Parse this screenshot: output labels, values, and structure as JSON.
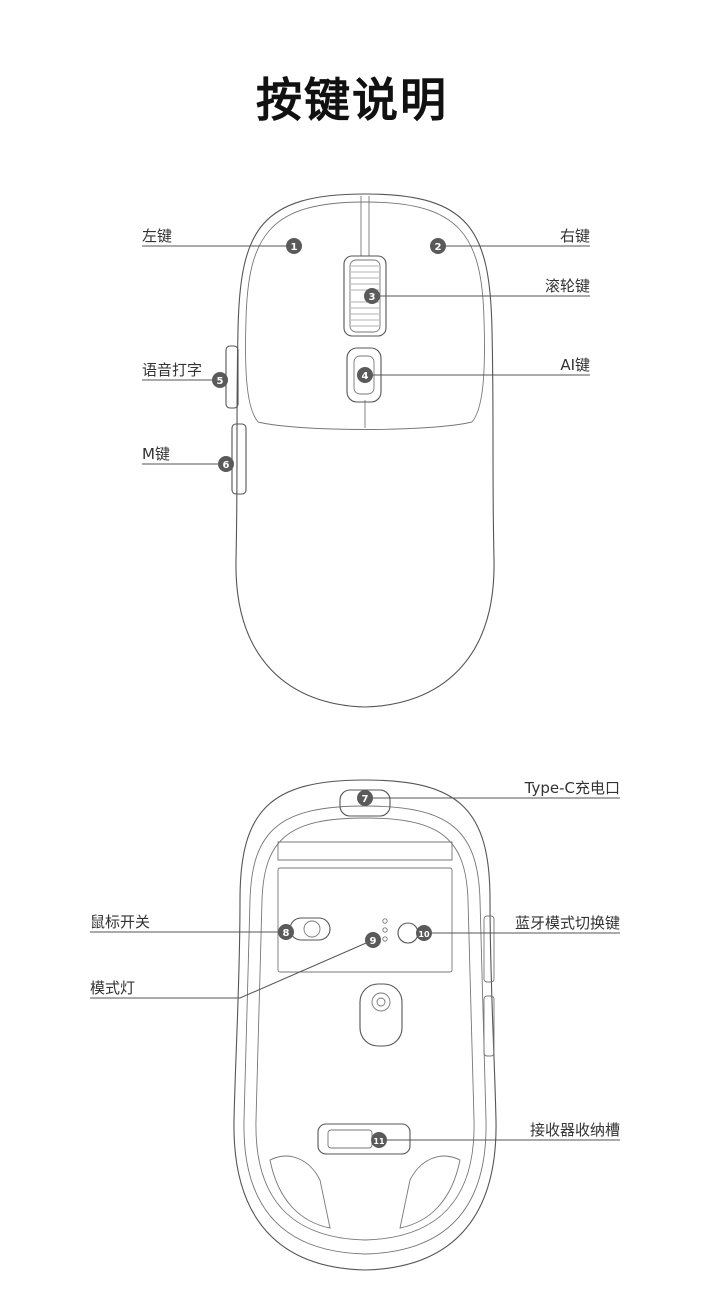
{
  "title": "按键说明",
  "top_view": {
    "callouts": [
      {
        "number": "1",
        "label": "左键"
      },
      {
        "number": "2",
        "label": "右键"
      },
      {
        "number": "3",
        "label": "滚轮键"
      },
      {
        "number": "4",
        "label": "AI键"
      },
      {
        "number": "5",
        "label": "语音打字"
      },
      {
        "number": "6",
        "label": "M键"
      }
    ]
  },
  "bottom_view": {
    "callouts": [
      {
        "number": "7",
        "label": "Type-C充电口"
      },
      {
        "number": "8",
        "label": "鼠标开关"
      },
      {
        "number": "9",
        "label": "模式灯"
      },
      {
        "number": "10",
        "label": "蓝牙模式切换键"
      },
      {
        "number": "11",
        "label": "接收器收纳槽"
      }
    ]
  }
}
